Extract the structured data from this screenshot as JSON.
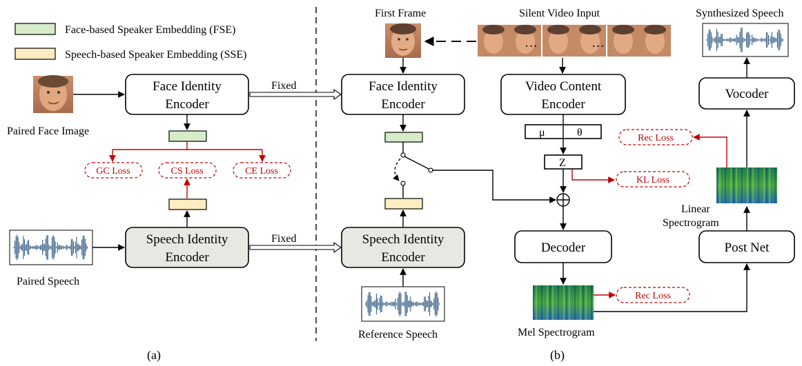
{
  "legend": {
    "fse_label": "Face-based Speaker Embedding (FSE)",
    "sse_label": "Speech-based Speaker Embedding (SSE)",
    "fse_color": "#d6ebc8",
    "sse_color": "#fdedc0"
  },
  "part_a": {
    "caption": "(a)",
    "paired_face_label": "Paired Face Image",
    "face_encoder": [
      "Face Identity",
      "Encoder"
    ],
    "speech_encoder": [
      "Speech Identity",
      "Encoder"
    ],
    "paired_speech_label": "Paired Speech",
    "losses": {
      "gc": "GC Loss",
      "cs": "CS Loss",
      "ce": "CE Loss"
    },
    "fixed_top": "Fixed",
    "fixed_bottom": "Fixed"
  },
  "part_b": {
    "caption": "(b)",
    "first_frame_label": "First Frame",
    "silent_video_label": "Silent Video Input",
    "face_encoder": [
      "Face Identity",
      "Encoder"
    ],
    "speech_encoder": [
      "Speech Identity",
      "Encoder"
    ],
    "reference_speech_label": "Reference Speech",
    "video_encoder": [
      "Video Content",
      "Encoder"
    ],
    "mu": "μ",
    "theta": "θ",
    "z": "Z",
    "kl_loss": "KL Loss",
    "decoder": "Decoder",
    "mel_label": "Mel Spectrogram",
    "rec_loss_mel": "Rec Loss",
    "post_net": "Post Net",
    "linear_label": [
      "Linear",
      "Spectrogram"
    ],
    "rec_loss_linear": "Rec Loss",
    "vocoder": "Vocoder",
    "synth_label": "Synthesized Speech",
    "dots": "…"
  }
}
